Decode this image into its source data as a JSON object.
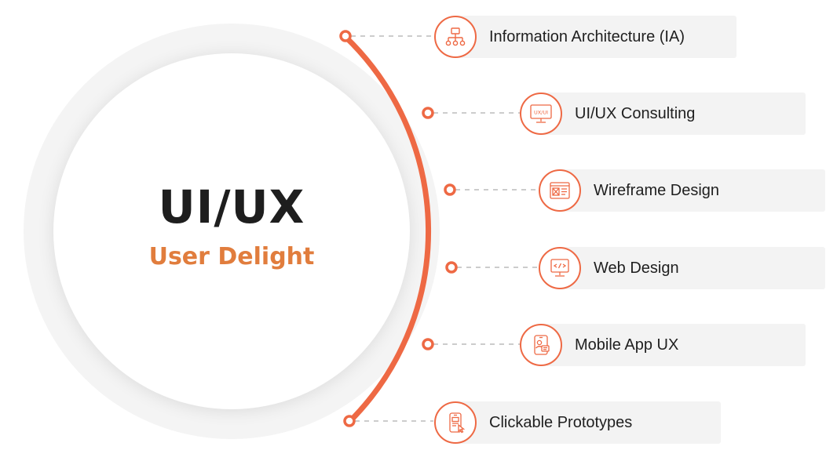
{
  "center": {
    "title": "UI/UX",
    "subtitle": "User Delight"
  },
  "items": [
    {
      "label": "Information Architecture (IA)",
      "icon": "sitemap-icon"
    },
    {
      "label": "UI/UX Consulting",
      "icon": "uiux-monitor-icon",
      "icon_text": "UX/UI"
    },
    {
      "label": "Wireframe Design",
      "icon": "wireframe-icon"
    },
    {
      "label": "Web Design",
      "icon": "code-monitor-icon"
    },
    {
      "label": "Mobile App UX",
      "icon": "mobile-user-icon"
    },
    {
      "label": "Clickable Prototypes",
      "icon": "prototype-phone-icon"
    }
  ],
  "colors": {
    "accent": "#ee6944",
    "subtitle": "#e17d3d",
    "card": "#f3f3f3",
    "ring": "#f4f4f4",
    "connector": "#cccccc",
    "text": "#1f1f1f"
  }
}
